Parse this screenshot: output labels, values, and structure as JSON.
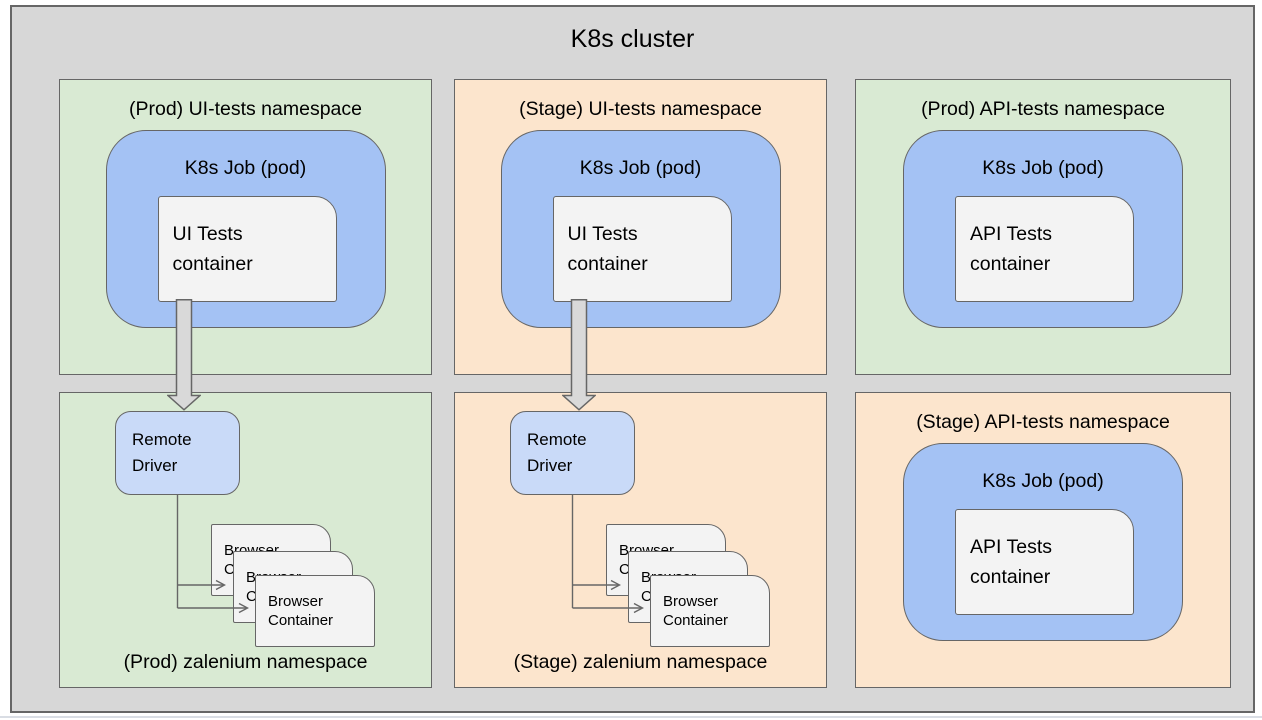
{
  "cluster_title": "K8s cluster",
  "colors": {
    "cluster_bg": "#d7d7d7",
    "namespace_green": "#d9ead3",
    "namespace_orange": "#fce5cd",
    "job_blue": "#a4c2f4",
    "remote_driver_blue": "#c9daf8",
    "container_gray": "#f3f3f3",
    "border": "#666666",
    "arrow_fill": "#d9d9d9",
    "text": "#000000"
  },
  "namespaces": [
    {
      "env": "prod",
      "kind": "ui-tests",
      "title": "(Prod) UI-tests namespace",
      "job_title": "K8s Job (pod)",
      "container_label": "UI Tests\ncontainer"
    },
    {
      "env": "stage",
      "kind": "ui-tests",
      "title": "(Stage) UI-tests namespace",
      "job_title": "K8s Job (pod)",
      "container_label": "UI Tests\ncontainer"
    },
    {
      "env": "prod",
      "kind": "api-tests",
      "title": "(Prod) API-tests namespace",
      "job_title": "K8s Job (pod)",
      "container_label": "API Tests\ncontainer"
    },
    {
      "env": "prod",
      "kind": "zalenium",
      "title": "(Prod) zalenium namespace",
      "remote_driver_label": "Remote\nDriver",
      "browser_container_label": "Browser\nContainer",
      "browser_container_count": 3
    },
    {
      "env": "stage",
      "kind": "zalenium",
      "title": "(Stage) zalenium namespace",
      "remote_driver_label": "Remote\nDriver",
      "browser_container_label": "Browser\nContainer",
      "browser_container_count": 3
    },
    {
      "env": "stage",
      "kind": "api-tests",
      "title": "(Stage) API-tests namespace",
      "job_title": "K8s Job (pod)",
      "container_label": "API Tests\ncontainer"
    }
  ]
}
